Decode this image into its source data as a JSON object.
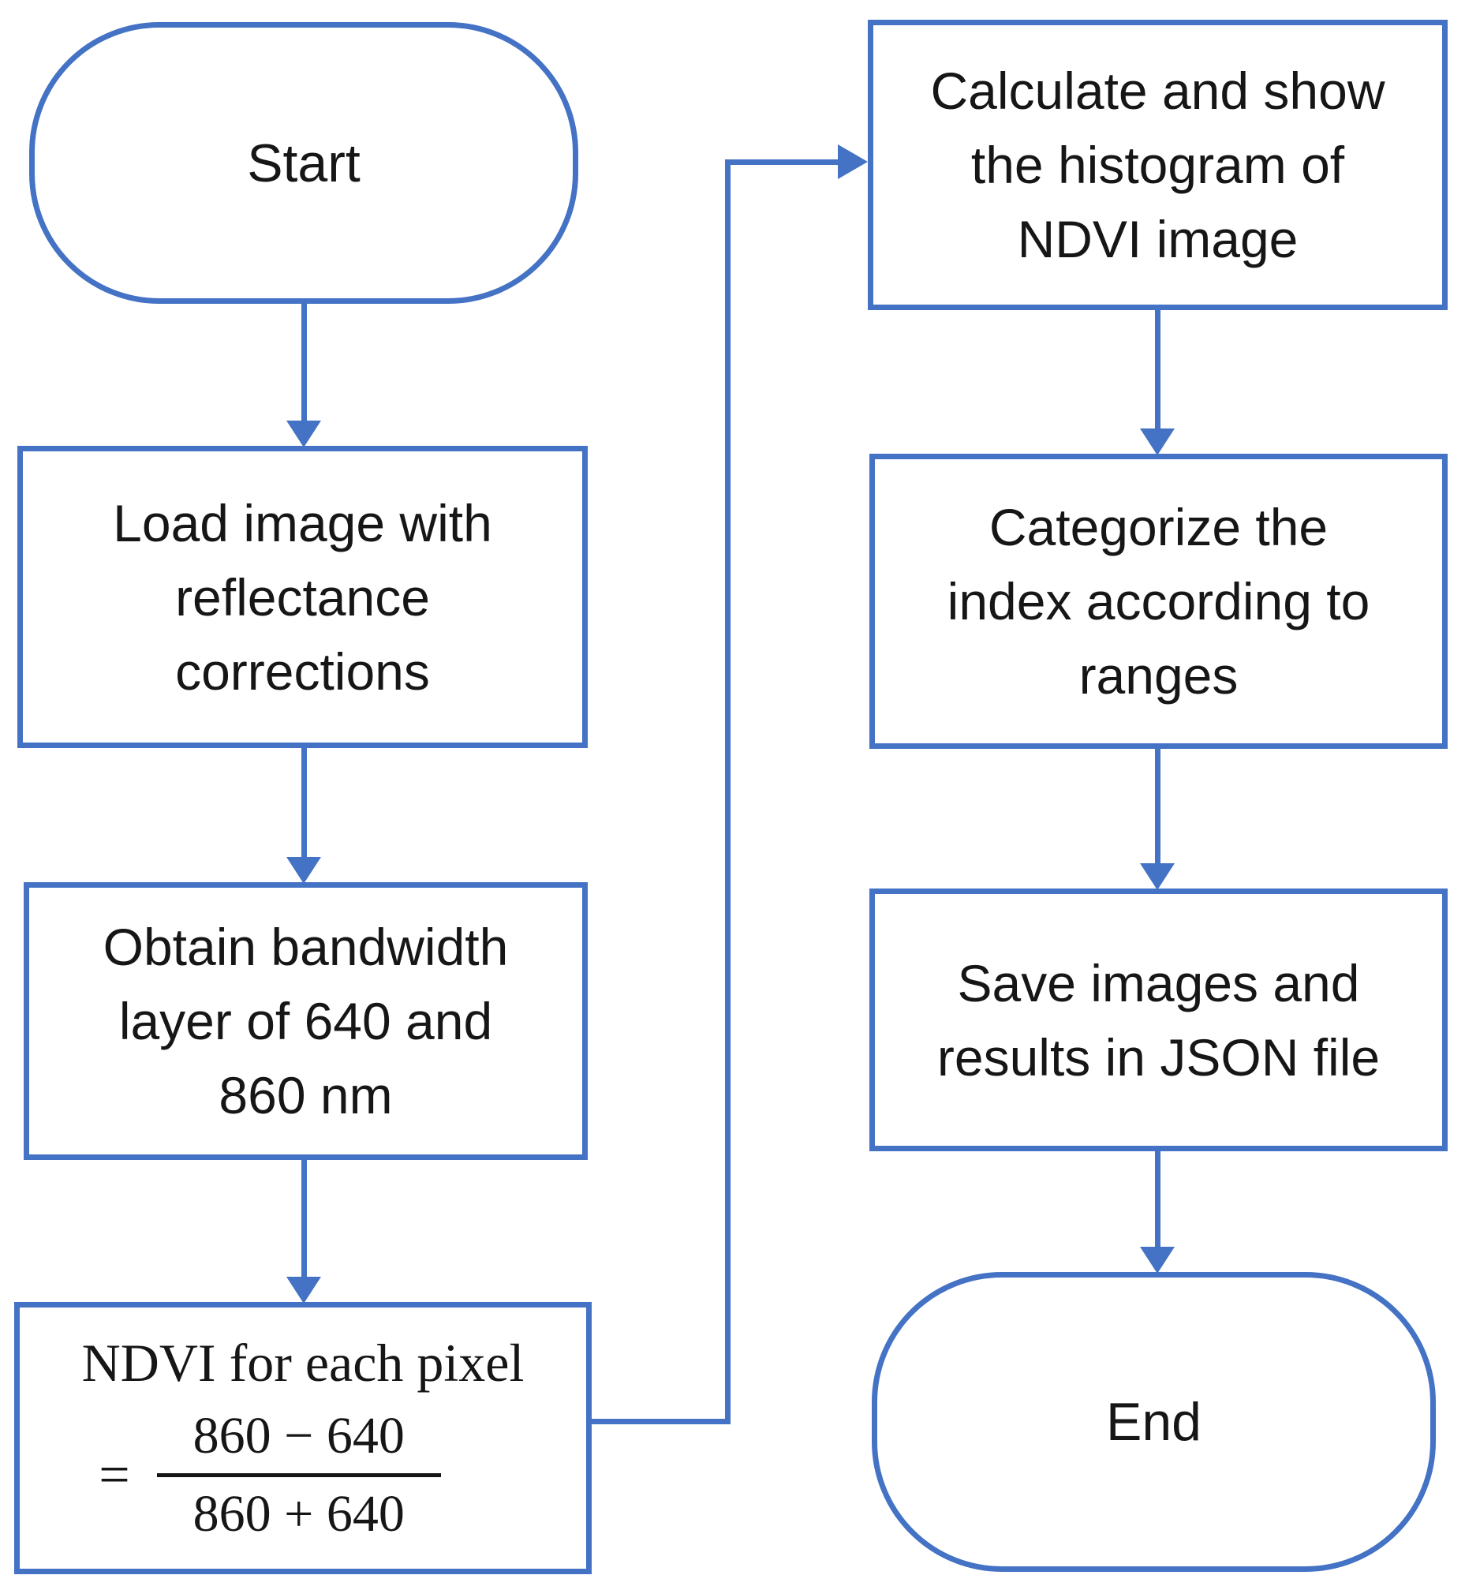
{
  "flowchart": {
    "colors": {
      "accent": "#4472C4",
      "text": "#161616"
    },
    "nodes": {
      "start": {
        "type": "terminator",
        "label": "Start"
      },
      "load": {
        "type": "process",
        "lines": [
          "Load image with",
          "reflectance",
          "corrections"
        ]
      },
      "obtain": {
        "type": "process",
        "lines": [
          "Obtain bandwidth",
          "layer of 640 and",
          "860 nm"
        ]
      },
      "ndvi": {
        "type": "process",
        "title": "NDVI for each pixel",
        "equals": "=",
        "numerator": "860 − 640",
        "denominator": "860 + 640"
      },
      "calc": {
        "type": "process",
        "lines": [
          "Calculate and show",
          "the histogram of",
          "NDVI image"
        ]
      },
      "categorize": {
        "type": "process",
        "lines": [
          "Categorize the",
          "index according to",
          "ranges"
        ]
      },
      "save": {
        "type": "process",
        "lines": [
          "Save images and",
          "results in JSON file"
        ]
      },
      "end": {
        "type": "terminator",
        "label": "End"
      }
    },
    "edges": [
      {
        "from": "start",
        "to": "load"
      },
      {
        "from": "load",
        "to": "obtain"
      },
      {
        "from": "obtain",
        "to": "ndvi"
      },
      {
        "from": "ndvi",
        "to": "calc",
        "style": "elbow"
      },
      {
        "from": "calc",
        "to": "categorize"
      },
      {
        "from": "categorize",
        "to": "save"
      },
      {
        "from": "save",
        "to": "end"
      }
    ]
  }
}
